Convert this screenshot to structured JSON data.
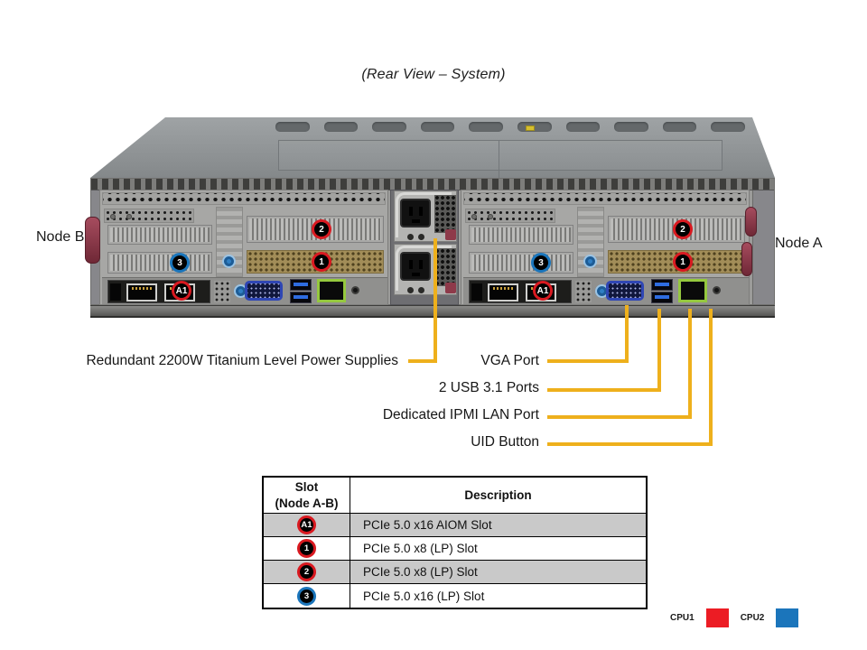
{
  "title": "(Rear View – System)",
  "nodes": {
    "left": "Node B",
    "right": "Node A"
  },
  "badges": {
    "a1": "A1",
    "s1": "1",
    "s2": "2",
    "s3": "3"
  },
  "callouts": {
    "psu": "Redundant 2200W Titanium Level Power Supplies",
    "vga": "VGA Port",
    "usb": "2 USB 3.1 Ports",
    "ipmi": "Dedicated IPMI LAN Port",
    "uid": "UID Button"
  },
  "slot_table": {
    "header": {
      "slot_line1": "Slot",
      "slot_line2": "(Node A-B)",
      "description": "Description"
    },
    "rows": [
      {
        "badge": "A1",
        "badge_color": "#d91920",
        "description": "PCIe 5.0 x16 AIOM Slot",
        "shaded": true
      },
      {
        "badge": "1",
        "badge_color": "#d91920",
        "description": "PCIe 5.0 x8 (LP) Slot",
        "shaded": false
      },
      {
        "badge": "2",
        "badge_color": "#d91920",
        "description": "PCIe 5.0 x8 (LP) Slot",
        "shaded": true
      },
      {
        "badge": "3",
        "badge_color": "#1a75bb",
        "description": "PCIe 5.0 x16 (LP) Slot",
        "shaded": false
      }
    ]
  },
  "legend": {
    "items": [
      {
        "label": "CPU1",
        "color": "#ec1c24"
      },
      {
        "label": "CPU2",
        "color": "#1b75bb"
      }
    ]
  },
  "colors": {
    "callout_line": "#eeb01c",
    "badge_red": "#d91920",
    "badge_blue": "#1a75bb",
    "table_shaded_row": "#c9c9c9"
  }
}
